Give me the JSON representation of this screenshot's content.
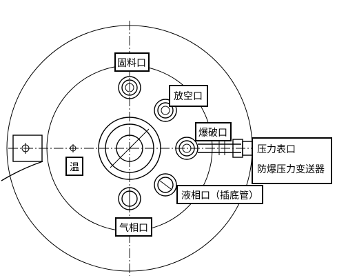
{
  "labels": {
    "solid_port": "固料口",
    "vent_port": "放空口",
    "burst_port": "爆破口",
    "pressure_gauge_port": "压力表口",
    "explosion_proof_transmitter": "防爆压力变送器",
    "temp": "温",
    "liquid_port": "液相口（插底管）",
    "gas_port": "气相口"
  },
  "colors": {
    "line": "#000000",
    "background": "#ffffff"
  }
}
